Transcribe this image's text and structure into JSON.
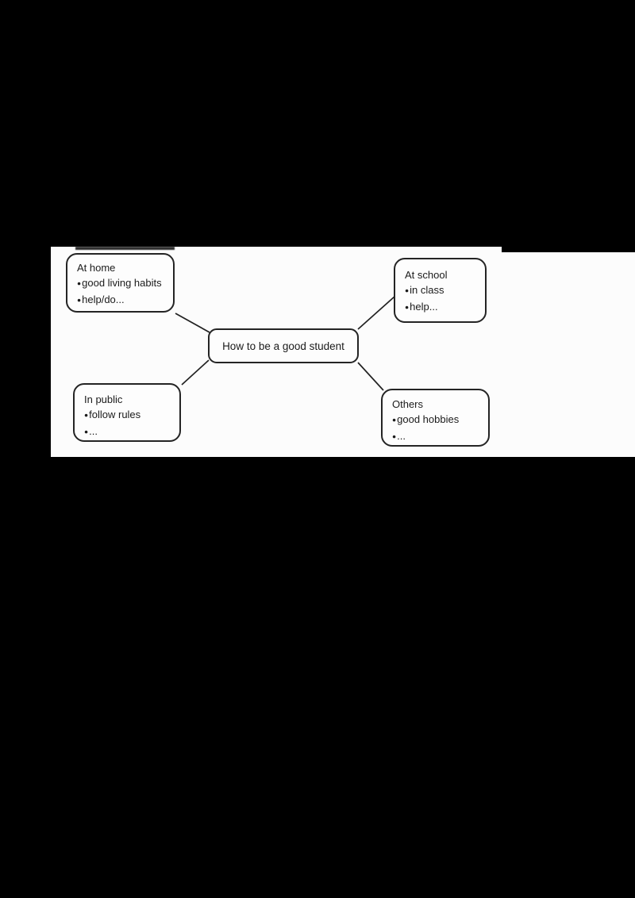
{
  "colors": {
    "page_background": "#000000",
    "panel_background": "#fcfcfc",
    "ink": "#1b1b1b",
    "connector": "#222222"
  },
  "diagram": {
    "bullet_glyph": "●",
    "center_label": "How to be a good student",
    "nodes": [
      {
        "title": "At home",
        "bullets": [
          "good living habits",
          "help/do..."
        ]
      },
      {
        "title": "At school",
        "bullets": [
          "in class",
          "help..."
        ]
      },
      {
        "title": "In public",
        "bullets": [
          "follow rules",
          "..."
        ]
      },
      {
        "title": "Others",
        "bullets": [
          "good hobbies",
          "..."
        ]
      }
    ]
  }
}
